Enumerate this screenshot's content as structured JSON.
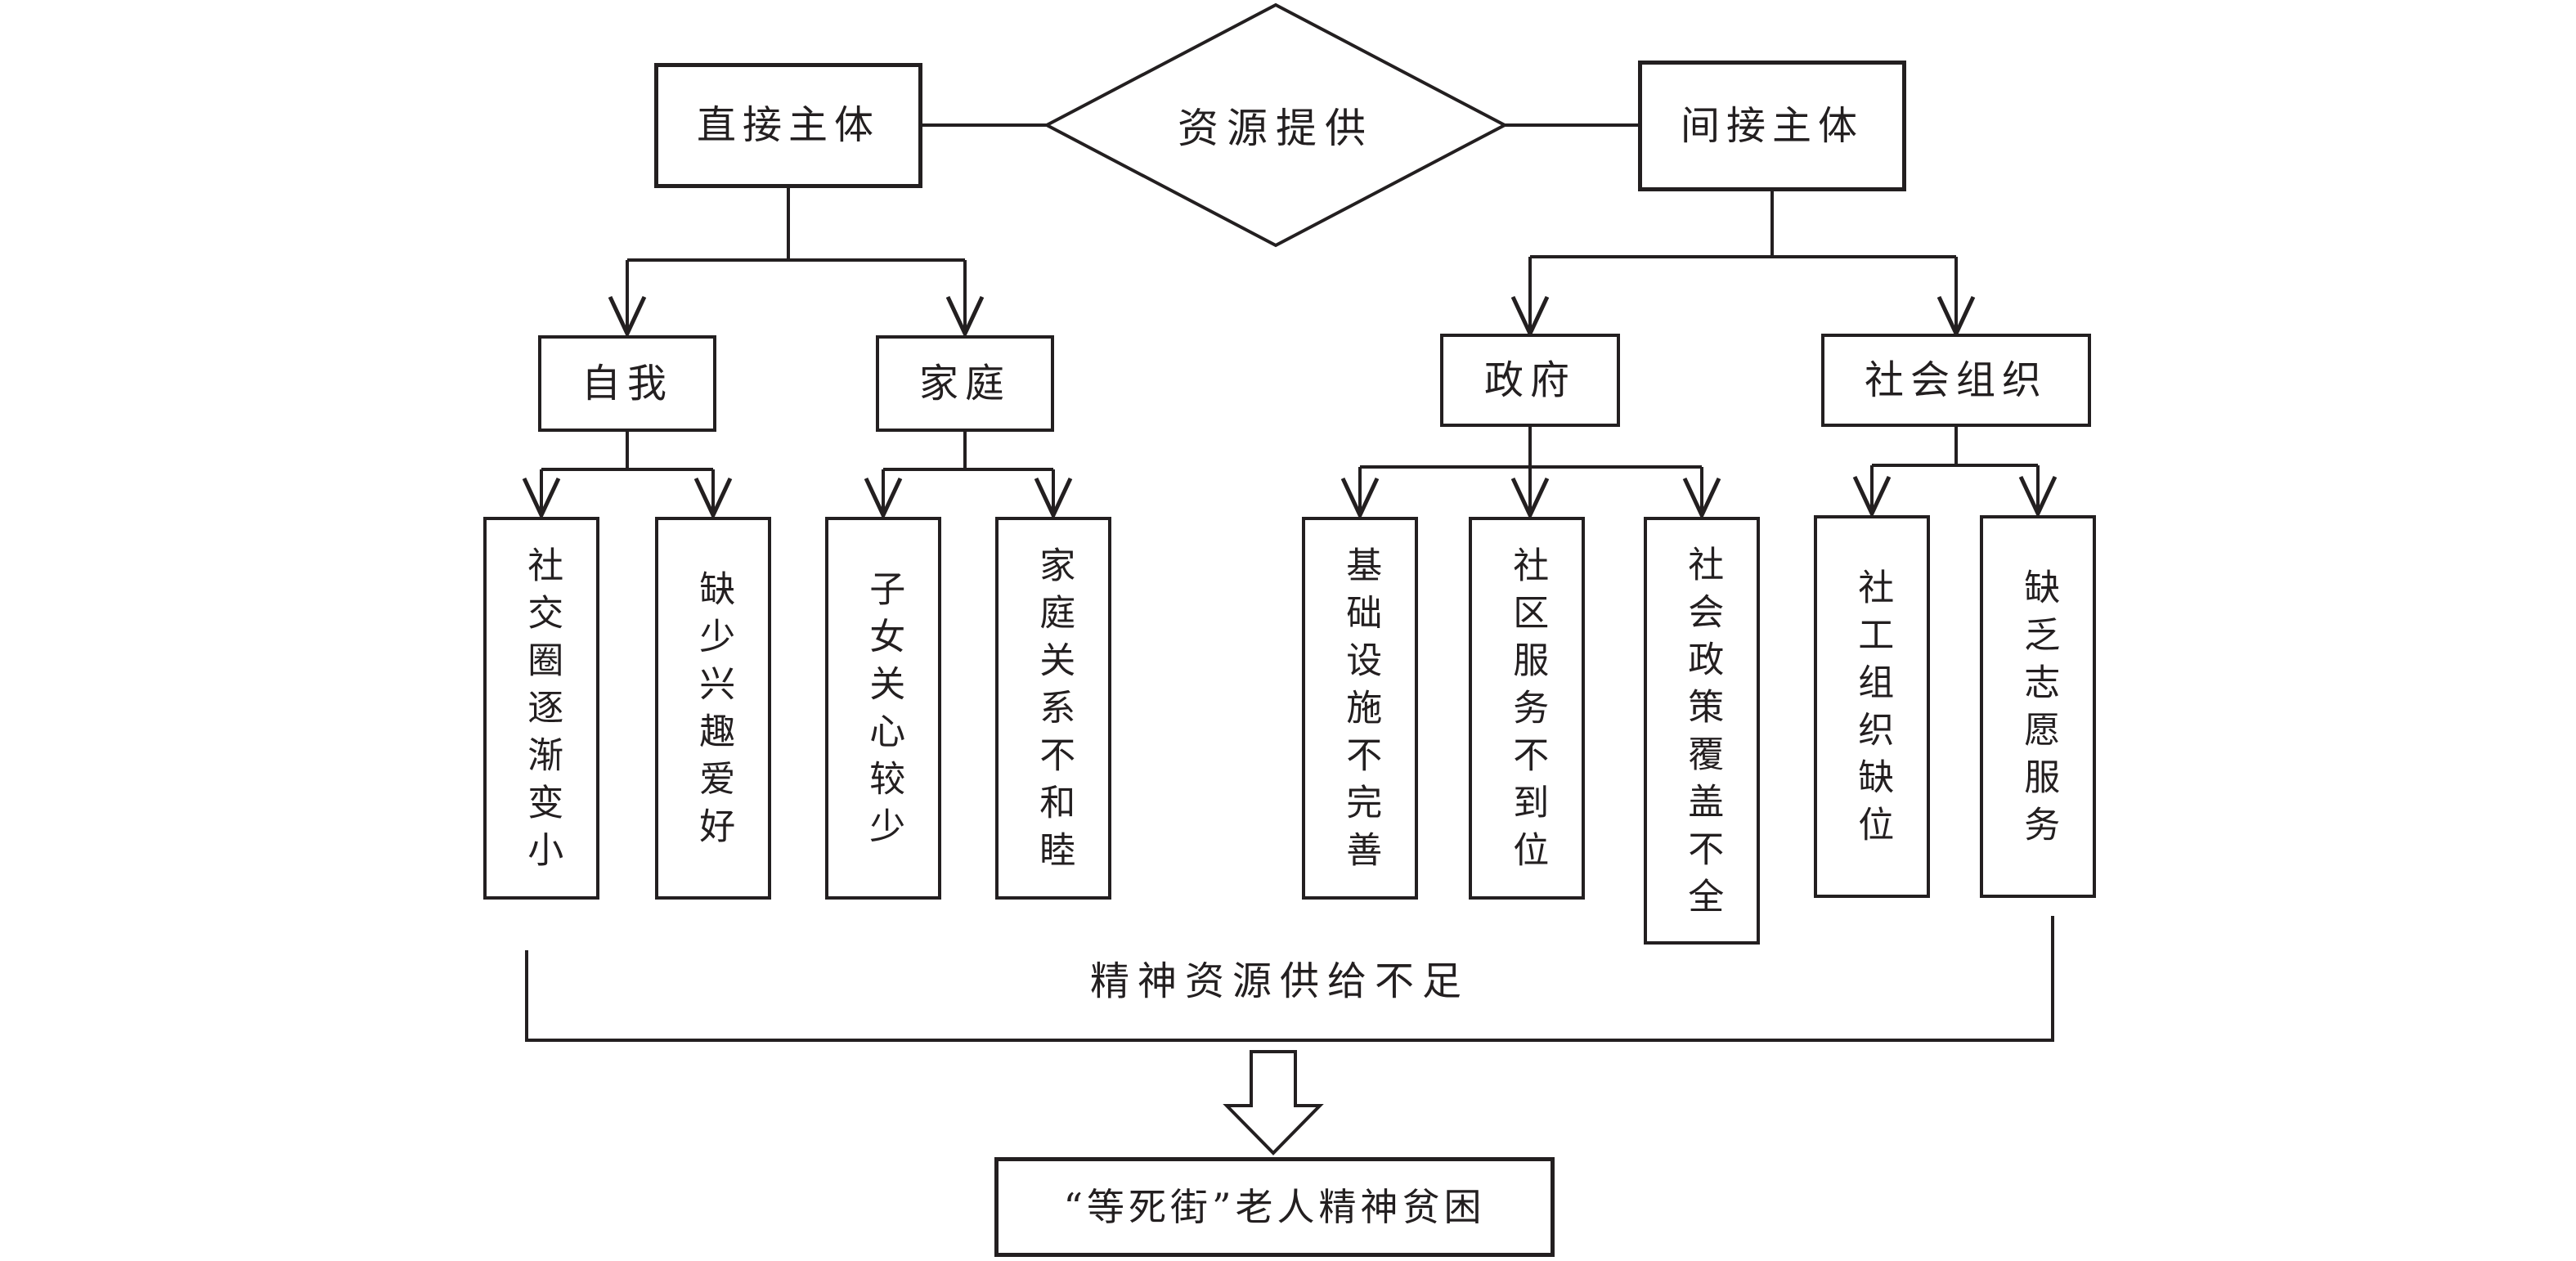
{
  "figure": {
    "background": "#ffffff",
    "line_color": "#231f20",
    "decision": {
      "label": "资源提供"
    },
    "left": {
      "root": "直接主体",
      "children": [
        {
          "label": "自我",
          "causes": [
            "社交圈逐渐变小",
            "缺少兴趣爱好"
          ]
        },
        {
          "label": "家庭",
          "causes": [
            "子女关心较少",
            "家庭关系不和睦"
          ]
        }
      ]
    },
    "right": {
      "root": "间接主体",
      "children": [
        {
          "label": "政府",
          "causes": [
            "基础设施不完善",
            "社区服务不到位",
            "社会政策覆盖不全"
          ]
        },
        {
          "label": "社会组织",
          "causes": [
            "社工组织缺位",
            "缺乏志愿服务"
          ]
        }
      ]
    },
    "summary": "精神资源供给不足",
    "conclusion": "“等死街”老人精神贫困"
  }
}
